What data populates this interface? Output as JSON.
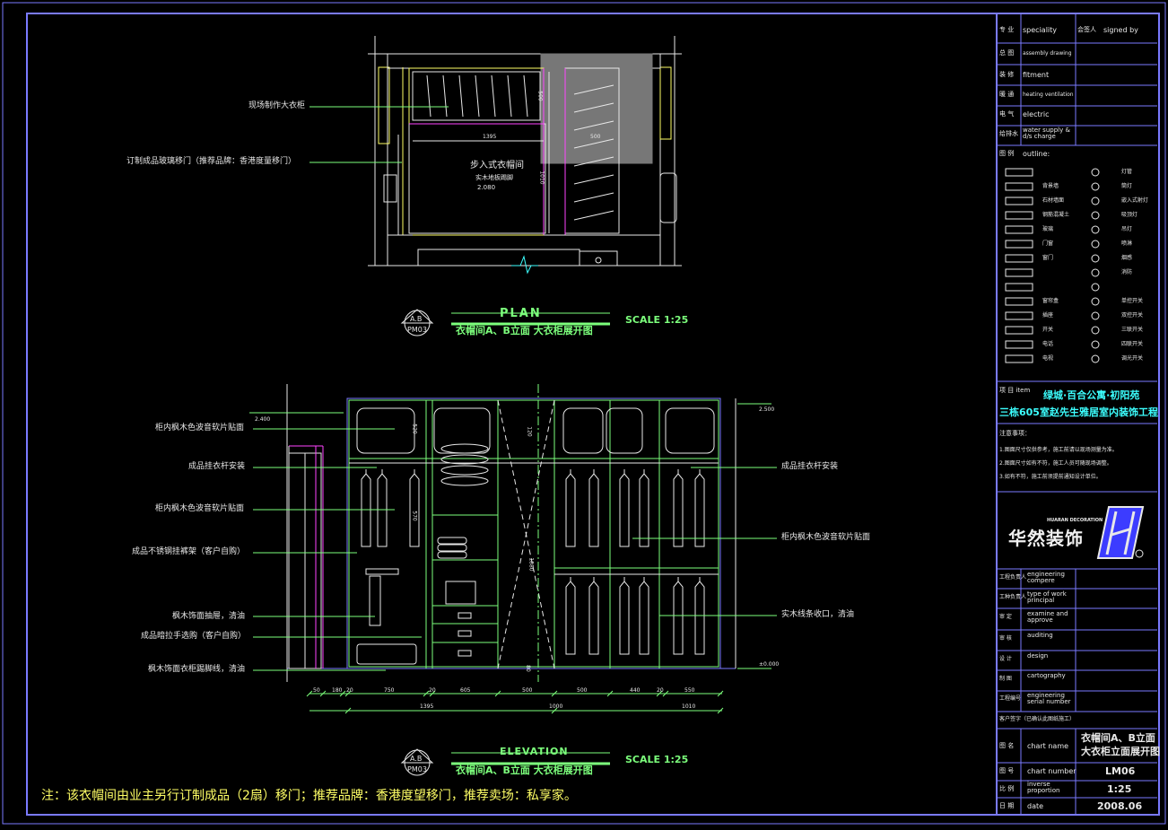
{
  "plan": {
    "title": "PLAN",
    "subtitle": "衣帽间A、B立面 大衣柜展开图",
    "scale": "SCALE 1:25",
    "tag_top": "A.B",
    "tag_bottom": "PM03",
    "room_name": "步入式衣帽间",
    "floor_note": "实木地板踢脚",
    "floor_level": "2.080",
    "dims": [
      "1395",
      "500",
      "1010",
      "500"
    ],
    "callouts": [
      "现场制作大衣柜",
      "订制成品玻璃移门（推荐品牌：香港度量移门）"
    ]
  },
  "elevation": {
    "title": "ELEVATION",
    "subtitle": "衣帽间A、B立面 大衣柜展开图",
    "scale": "SCALE 1:25",
    "tag_top": "A.B",
    "tag_bottom": "PM03",
    "level_left": "2.400",
    "level_right": "2.500",
    "level_floor": "±0.000",
    "left_callouts": [
      "柜内枫木色波音软片贴面",
      "成品挂衣杆安装",
      "柜内枫木色波音软片贴面",
      "成品不锈钢挂裤架（客户自购）",
      "枫木饰面抽屉，清油",
      "成品暗拉手选购（客户自购）",
      "枫木饰面衣柜踢脚线，清油"
    ],
    "right_callouts": [
      "成品挂衣杆安装",
      "柜内枫木色波音软片贴面",
      "实木线条收口，清油"
    ],
    "bottom_dims": [
      "50",
      "180",
      "20",
      "750",
      "20",
      "605",
      "500",
      "500",
      "440",
      "20",
      "550"
    ],
    "total_dims": [
      "1395",
      "1000",
      "1010"
    ],
    "vertical_dims": [
      "520",
      "570",
      "1880",
      "120",
      "80"
    ]
  },
  "footnote": "注：该衣帽间由业主另行订制成品（2扇）移门；推荐品牌：香港度望移门，推荐卖场：私享家。",
  "titleblock": {
    "head": [
      "专 业",
      "speciality",
      "会签人",
      "signed by"
    ],
    "disciplines": [
      {
        "cn": "总 图",
        "en": "assembly drawing"
      },
      {
        "cn": "装 修",
        "en": "fitment"
      },
      {
        "cn": "暖 通",
        "en": "heating ventilation"
      },
      {
        "cn": "电 气",
        "en": "electric"
      },
      {
        "cn": "给排水",
        "en": "water supply & d/s charge"
      }
    ],
    "legend_title_cn": "图 例",
    "legend_title_en": "outline:",
    "legend_left": [
      "",
      "背景墙",
      "石材墙面",
      "钢筋混凝土",
      "玻璃",
      "门窗",
      "窗门",
      "",
      "",
      "窗帘盒",
      "插座",
      "开关",
      "电话",
      "电视"
    ],
    "legend_right": [
      "灯管",
      "筒灯",
      "嵌入式射灯",
      "吸顶灯",
      "吊灯",
      "喷淋",
      "烟感",
      "消防",
      "",
      "单控开关",
      "双控开关",
      "三联开关",
      "四联开关",
      "调光开关"
    ],
    "project_label": "项 目 item",
    "project_name": "绿城·百合公寓·初阳苑",
    "project_sub": "三栋605室赵先生雅居室内装饰工程",
    "notes_title": "注意事项：",
    "notes": [
      "1.图面尺寸仅供参考，施工前请以现场测量为准。",
      "2.图面尺寸如有不符，施工人员可随现场调整。",
      "3.如有不符，施工前须提前通知设计单位。"
    ],
    "logo_cn": "华然装饰",
    "logo_en": "HUARAN DECORATION",
    "roles": [
      {
        "cn": "工程负责人",
        "en": "engineering compere"
      },
      {
        "cn": "工种负责人",
        "en": "type of work principal"
      },
      {
        "cn": "审 定",
        "en": "examine and approve"
      },
      {
        "cn": "审 核",
        "en": "auditing"
      },
      {
        "cn": "设 计",
        "en": "design"
      },
      {
        "cn": "制 图",
        "en": "cartography"
      },
      {
        "cn": "工程编号",
        "en": "engineering serial number"
      }
    ],
    "client_sign": "客户签字（已确认此图纸施工）",
    "chart_name_cn": "图 名",
    "chart_name_en": "chart name",
    "chart_name_value": [
      "衣帽间A、B立面",
      "大衣柜立面展开图"
    ],
    "chart_number_cn": "图 号",
    "chart_number_en": "chart number",
    "chart_number_value": "LM06",
    "proportion_cn": "比 例",
    "proportion_en": "inverse proportion",
    "proportion_value": "1:25",
    "date_cn": "日 期",
    "date_en": "date",
    "date_value": "2008.06"
  }
}
